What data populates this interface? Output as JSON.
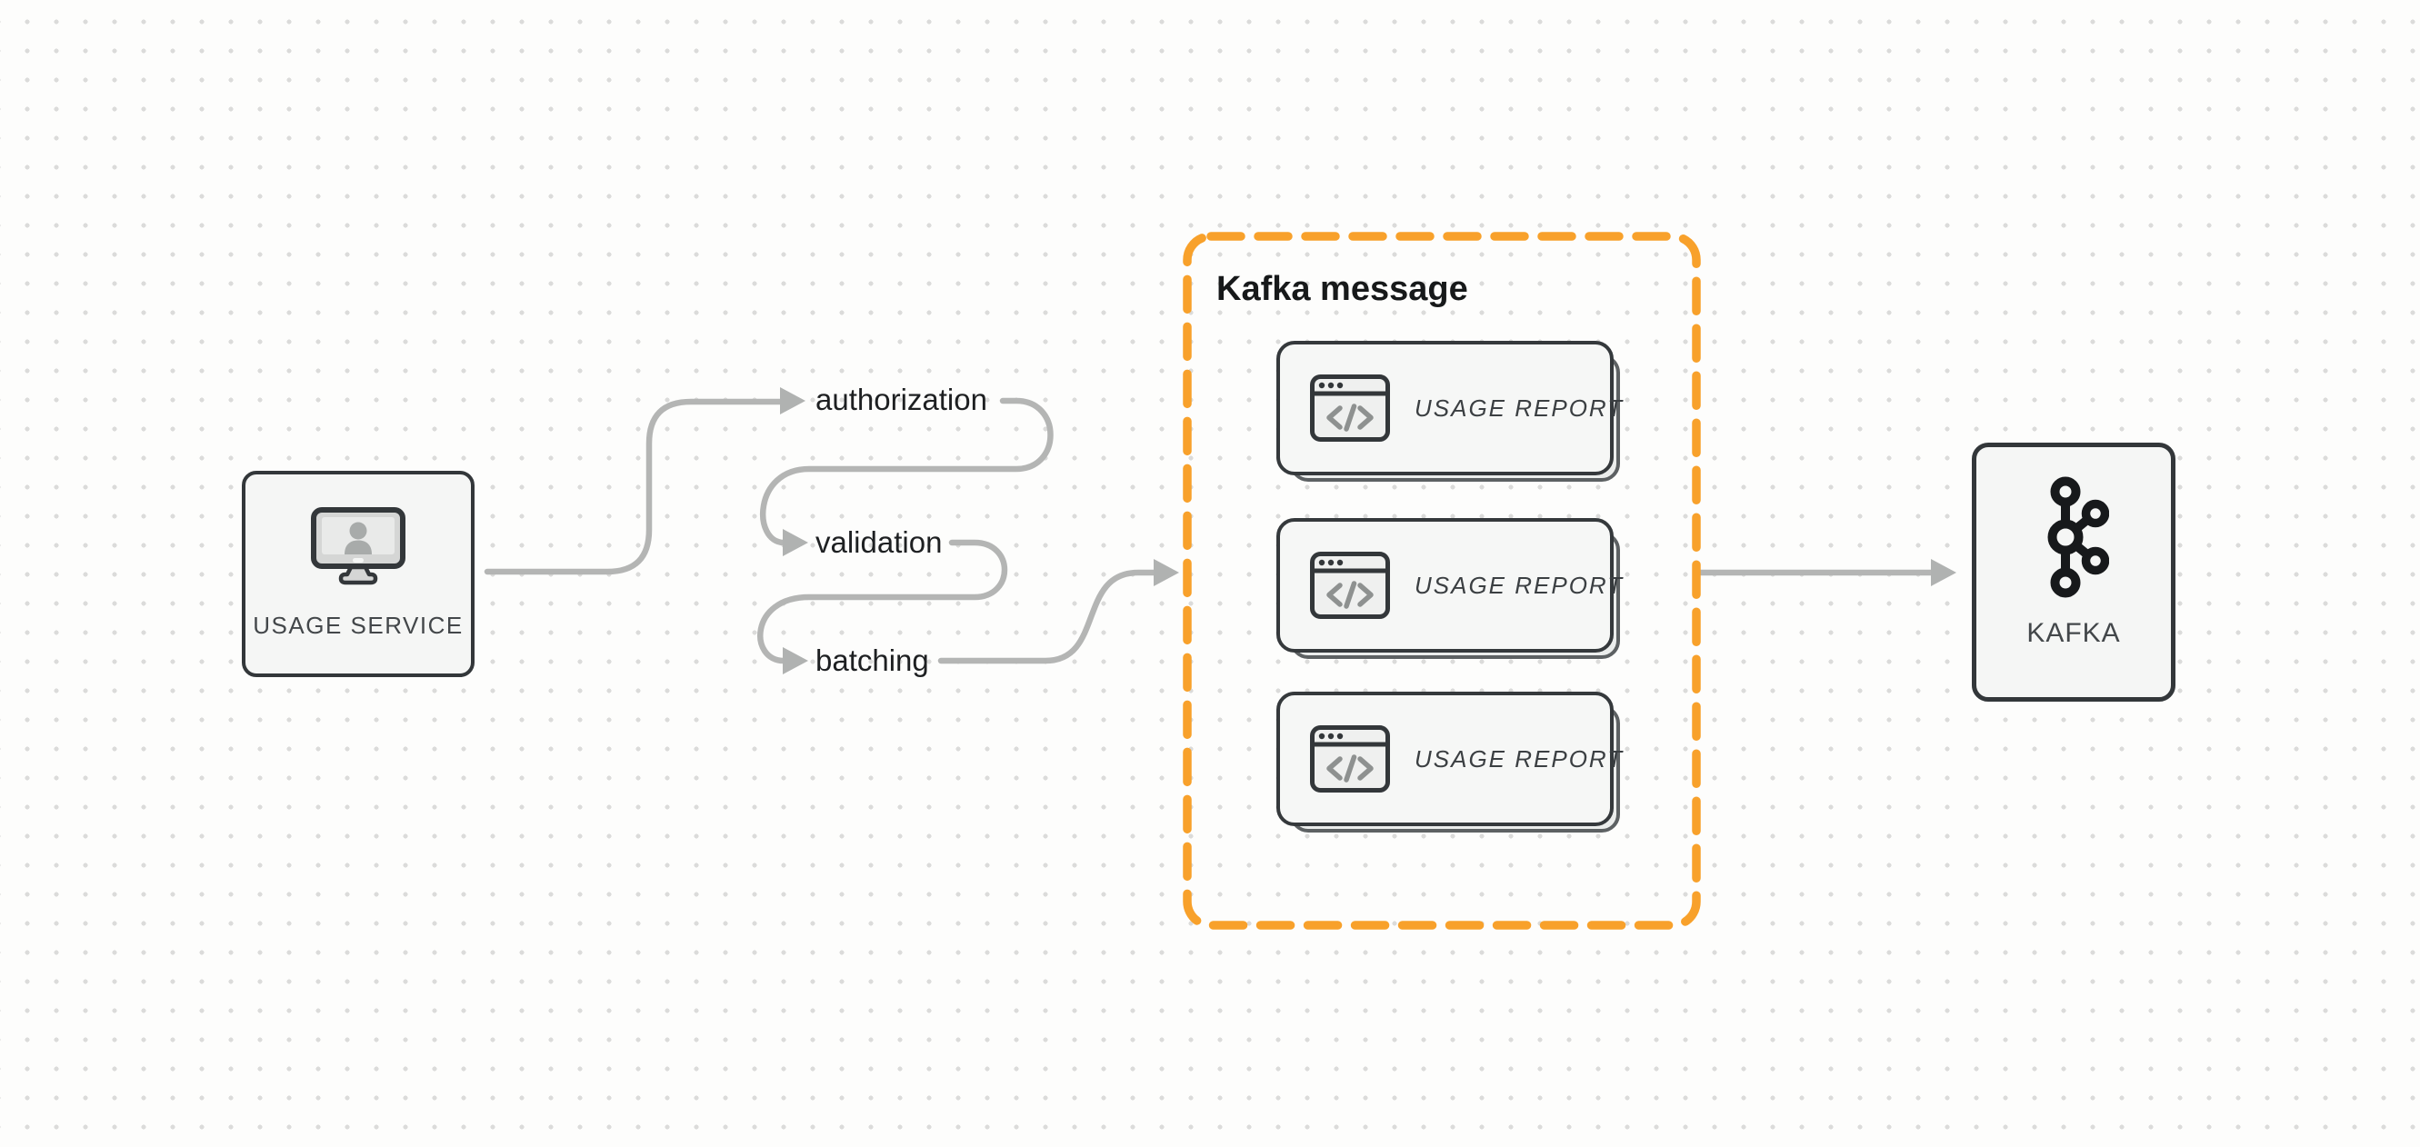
{
  "nodes": {
    "usage_service": {
      "label": "USAGE SERVICE",
      "icon": "monitor-user-icon"
    },
    "kafka": {
      "label": "KAFKA",
      "icon": "kafka-logo-icon"
    }
  },
  "pipeline_steps": [
    {
      "label": "authorization"
    },
    {
      "label": "validation"
    },
    {
      "label": "batching"
    }
  ],
  "kafka_message_group": {
    "title": "Kafka message",
    "cards": [
      {
        "label": "USAGE REPORT",
        "icon": "code-window-icon"
      },
      {
        "label": "USAGE REPORT",
        "icon": "code-window-icon"
      },
      {
        "label": "USAGE REPORT",
        "icon": "code-window-icon"
      }
    ]
  },
  "colors": {
    "accent_orange": "#F8A12B",
    "arrow_gray": "#B4B5B4",
    "node_border": "#33373A",
    "node_background": "#F5F6F5",
    "text_dark": "#1E2022"
  }
}
